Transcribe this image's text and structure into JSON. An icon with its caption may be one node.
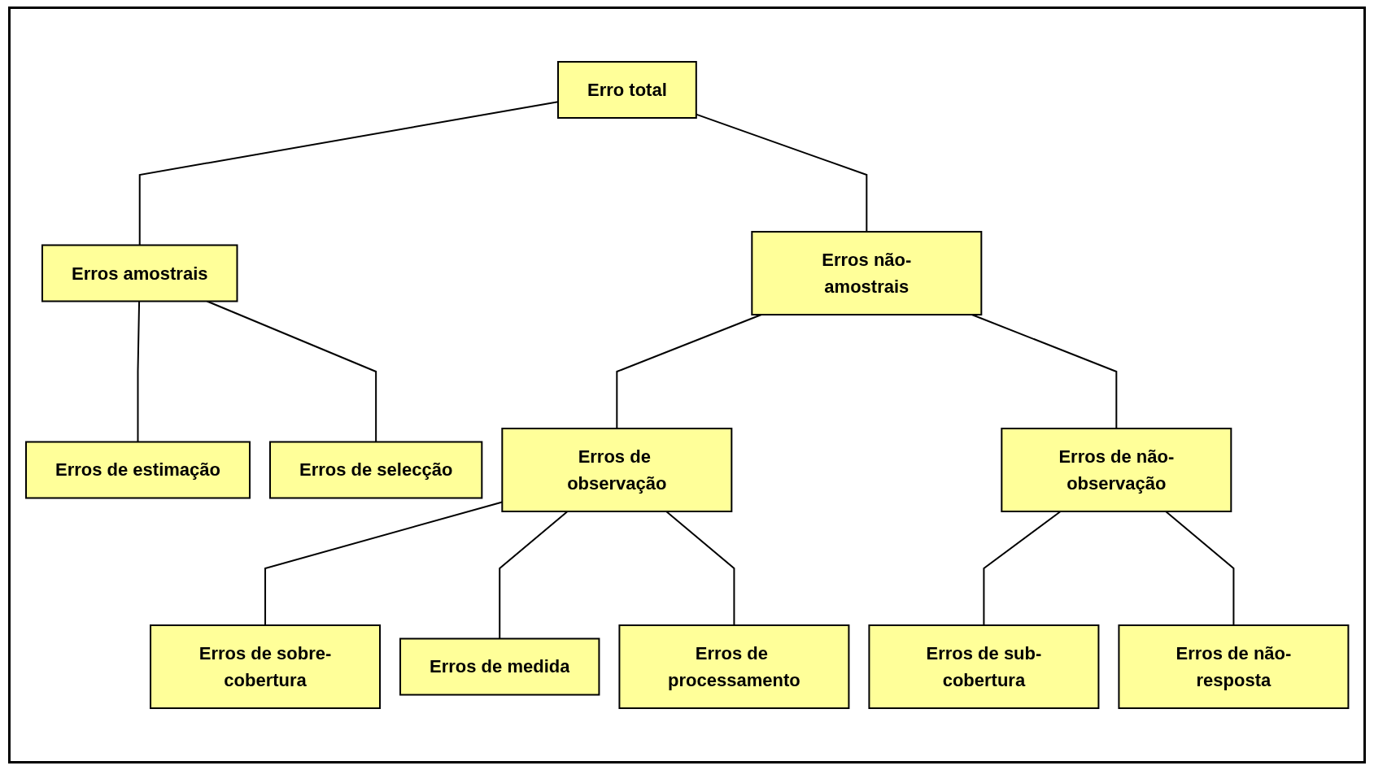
{
  "diagram": {
    "nodes": [
      {
        "text": [
          "Erro total"
        ]
      },
      {
        "text": [
          "Erros amostrais"
        ]
      },
      {
        "text": [
          "Erros não-amostrais"
        ]
      },
      {
        "text": [
          "Erros de estimação"
        ]
      },
      {
        "text": [
          "Erros de selecção"
        ]
      },
      {
        "text": [
          "Erros de observação"
        ]
      },
      {
        "text": [
          "Erros de não-observação"
        ]
      },
      {
        "text": [
          "Erros de sobre-cobertura"
        ]
      },
      {
        "text": [
          "Erros de medida"
        ]
      },
      {
        "text": [
          "Erros de processamento"
        ]
      },
      {
        "text": [
          "Erros de sub-cobertura"
        ]
      },
      {
        "text": [
          "Erros de não-resposta"
        ]
      }
    ],
    "edges": [
      {
        "from": 0,
        "to": 1,
        "arrow": "none"
      },
      {
        "from": 0,
        "to": 2,
        "arrow": "none"
      },
      {
        "from": 1,
        "to": 3,
        "arrow": "none"
      },
      {
        "from": 1,
        "to": 4,
        "arrow": "none"
      },
      {
        "from": 2,
        "to": 5,
        "arrow": "none"
      },
      {
        "from": 2,
        "to": 6,
        "arrow": "none"
      },
      {
        "from": 5,
        "to": 7,
        "arrow": "none"
      },
      {
        "from": 5,
        "to": 8,
        "arrow": "none"
      },
      {
        "from": 5,
        "to": 9,
        "arrow": "none"
      },
      {
        "from": 6,
        "to": 10,
        "arrow": "none"
      },
      {
        "from": 6,
        "to": 11,
        "arrow": "none"
      }
    ]
  }
}
